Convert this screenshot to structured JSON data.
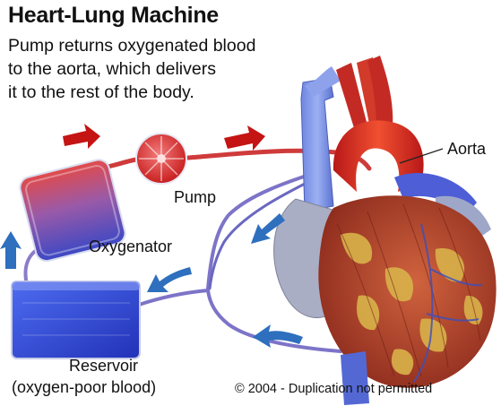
{
  "title": "Heart-Lung Machine",
  "caption_lines": [
    "Pump returns oxygenated blood",
    "to the aorta, which delivers",
    "it to the rest of the body."
  ],
  "labels": {
    "aorta": "Aorta",
    "pump": "Pump",
    "oxygenator": "Oxygenator",
    "reservoir": "Reservoir",
    "reservoir_note": "(oxygen-poor blood)"
  },
  "copyright": "© 2004 - Duplication not permitted",
  "colors": {
    "oxygenated": "#cc1f1f",
    "deoxygenated": "#3347b8",
    "flow_arrow_red": "#c41414",
    "flow_arrow_blue": "#2e6fbe",
    "muscle": "#b8452c",
    "fat": "#d9b24a"
  }
}
